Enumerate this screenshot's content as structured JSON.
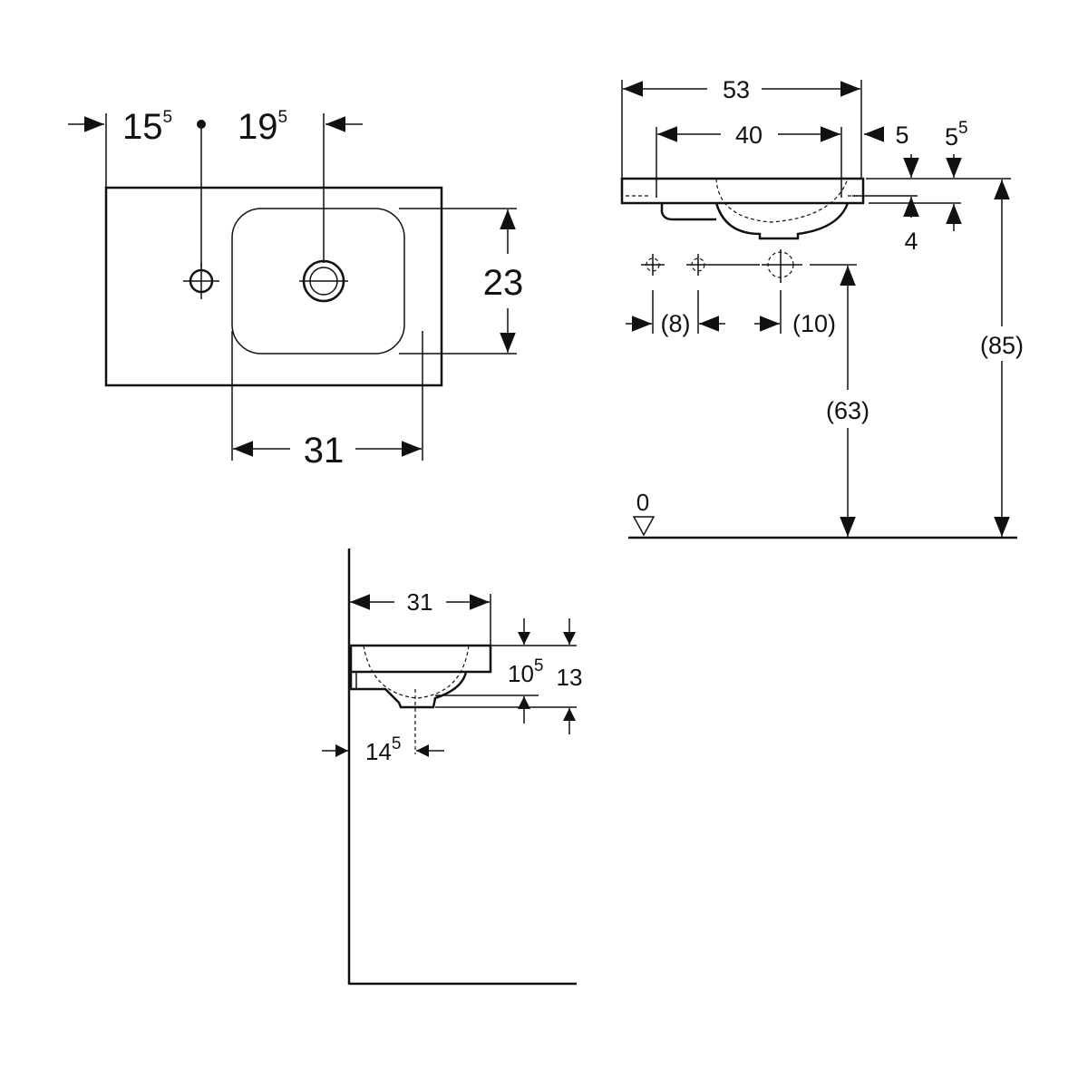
{
  "top_view": {
    "dim_left": {
      "main": "15",
      "sup": "5"
    },
    "dim_right": {
      "main": "19",
      "sup": "5"
    },
    "depth": "23",
    "width": "31"
  },
  "front_view": {
    "overall_width": "53",
    "hole_spacing": "40",
    "edge_offset": "5",
    "edge_height": {
      "main": "5",
      "sup": "5"
    },
    "rim_thickness": "4",
    "fixing_spacing": "(8)",
    "drain_offset": "(10)",
    "drain_height": "(63)",
    "rim_height": "(85)",
    "floor_level": "0"
  },
  "side_view": {
    "projection": "31",
    "depth_a": {
      "main": "10",
      "sup": "5"
    },
    "depth_b": "13",
    "drain_from_wall": {
      "main": "14",
      "sup": "5"
    }
  }
}
